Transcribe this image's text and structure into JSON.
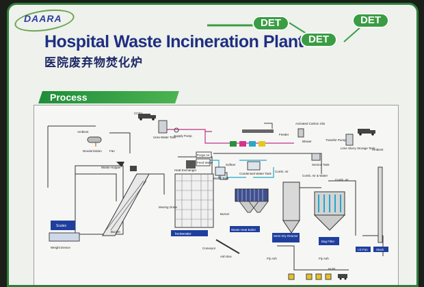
{
  "header": {
    "logo": "DAARA",
    "title": "Hospital Waste Incineration Plant",
    "subtitle": "医院废弃物焚化炉",
    "det_badges": [
      "DET",
      "DET",
      "DET"
    ]
  },
  "section": {
    "process_label": "Process"
  },
  "diagram": {
    "labels": {
      "ambient_left": "Ambient",
      "deodorization": "Deodorization",
      "fan": "Fan",
      "cctv": "CCTV",
      "urea_water_tank": "Urea Water Tank",
      "supply_pump": "Supply Pump",
      "heat_exchanger": "Heat Exchanger",
      "purge_air": "Purge Air",
      "feed_water": "Feed Water",
      "softner": "Softner",
      "condensed_water_tank": "Condensed Water Tank",
      "water_tank": "Water Tank",
      "activated_carbon_silo": "Activated Carbon Silo",
      "feeder": "Feeder",
      "blower": "Blower",
      "transfer_pump": "Transfer Pump",
      "lime_slurry_tank": "Lime Slurry Storage Tank",
      "ambient_right": "Ambient",
      "comb_air": "Comb. Air",
      "comb_air_water": "Comb. Air & Water",
      "comb_air_right": "Comb. Air",
      "scales": "Scales",
      "weight_device": "Weight Device",
      "bucket": "Bucket",
      "moving_grate": "Moving Grate",
      "burner": "Burner",
      "incinerator": "Incinerator",
      "waste_heat_boiler": "Waste Heat Boiler",
      "conveyor": "Conveyor",
      "ash_box": "Ash Box",
      "semi_dry_reactor": "Semi-Dry Reactor",
      "bag_filter": "Bag Filter",
      "id_fan": "I.D Fan",
      "stack": "Stack",
      "fly_ash": "Fly Ash",
      "fly_ash_2": "Fly Ash",
      "hoist": "Hoist",
      "waste_hopper": "Waste Hopper",
      "service_tank": "Service Tank"
    }
  },
  "colors": {
    "brand_green": "#3a9d43",
    "title_blue": "#1f2f80",
    "panel_blue": "#1f3f9e"
  }
}
